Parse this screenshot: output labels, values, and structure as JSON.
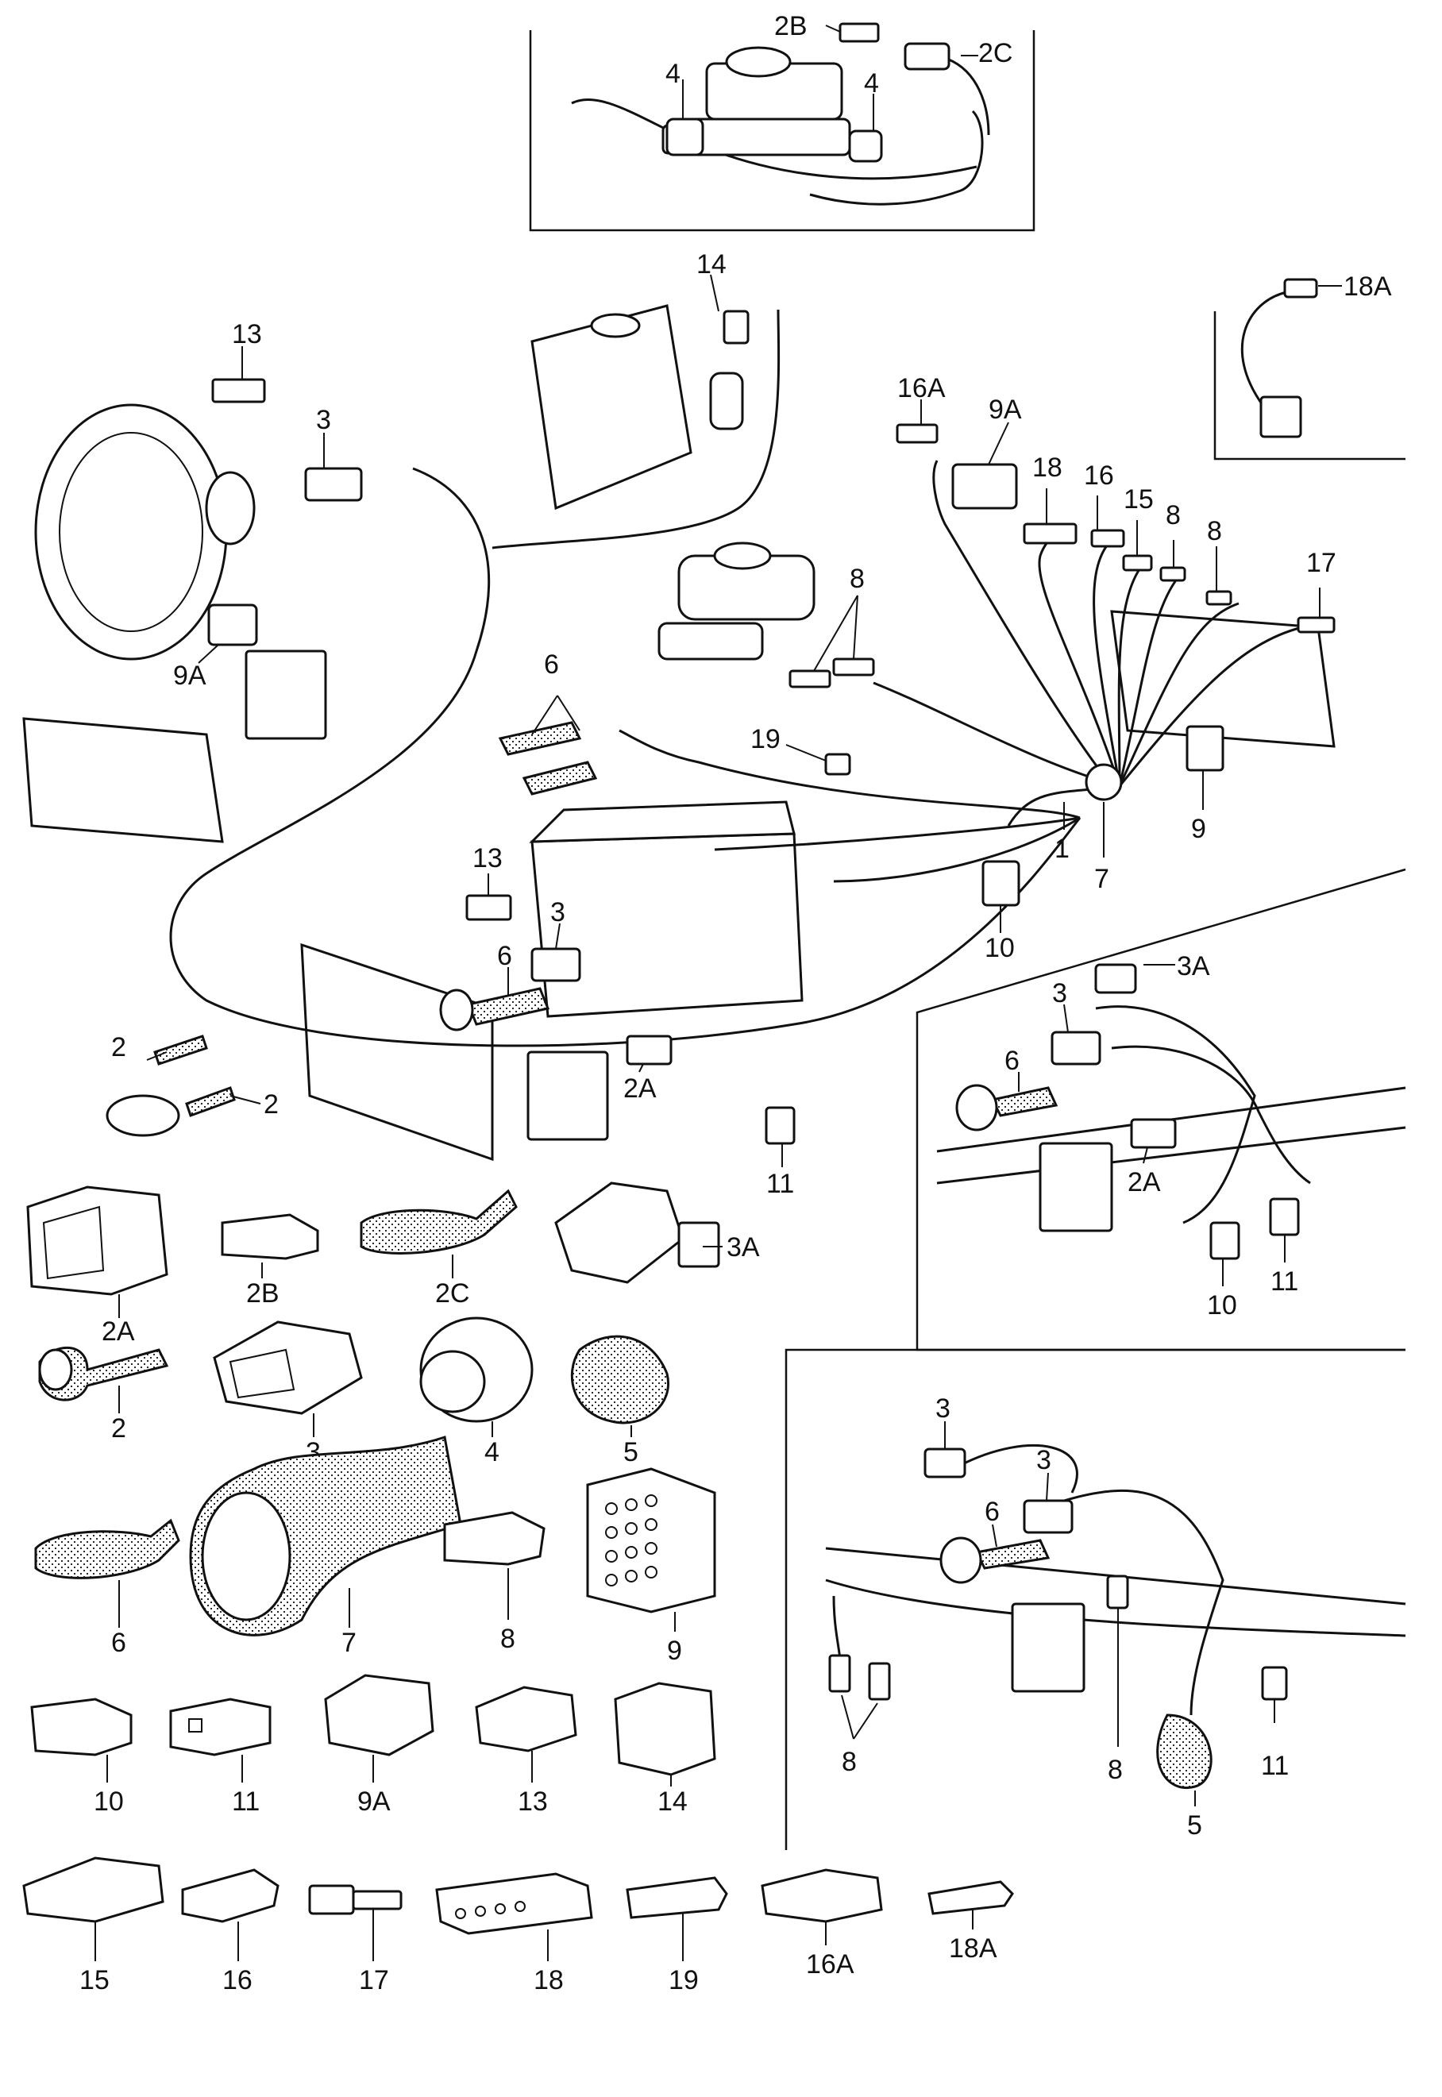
{
  "labels": {
    "l_2b": "2B",
    "l_2c": "2C",
    "l_4a": "4",
    "l_4b": "4",
    "l_14": "14",
    "l_18a_top": "18A",
    "l_13_top": "13",
    "l_3_top": "3",
    "l_9a_top": "9A",
    "l_16a": "16A",
    "l_9a_mid": "9A",
    "l_18": "18",
    "l_16": "16",
    "l_15": "15",
    "l_8a": "8",
    "l_8b": "8",
    "l_17": "17",
    "l_8_pair": "8",
    "l_6_pair": "6",
    "l_19": "19",
    "l_1": "1",
    "l_7": "7",
    "l_9": "9",
    "l_10": "10",
    "l_13_mid": "13",
    "l_3_mid": "3",
    "l_6_mid": "6",
    "l_2_left": "2",
    "l_2_right": "2",
    "l_2a_mid": "2A",
    "l_11_mid": "11",
    "l_3a_r": "3A",
    "l_3_r": "3",
    "l_6_r": "6",
    "l_2a_r": "2A",
    "l_10_r": "10",
    "l_11_r": "11",
    "l_3_r2a": "3",
    "l_3_r2b": "3",
    "l_6_r2": "6",
    "l_8_r2a": "8",
    "l_8_r2b": "8",
    "l_5_r2": "5",
    "l_11_r2": "11",
    "p_2a": "2A",
    "p_2b": "2B",
    "p_2c": "2C",
    "p_3a": "3A",
    "p_2": "2",
    "p_3": "3",
    "p_4": "4",
    "p_5": "5",
    "p_6": "6",
    "p_7": "7",
    "p_8": "8",
    "p_9": "9",
    "p_10": "10",
    "p_11": "11",
    "p_9a": "9A",
    "p_13": "13",
    "p_14": "14",
    "p_15": "15",
    "p_16": "16",
    "p_17": "17",
    "p_18": "18",
    "p_19": "19",
    "p_16a": "16A",
    "p_18a": "18A"
  },
  "colors": {
    "ink": "#111111",
    "paper": "#ffffff"
  }
}
